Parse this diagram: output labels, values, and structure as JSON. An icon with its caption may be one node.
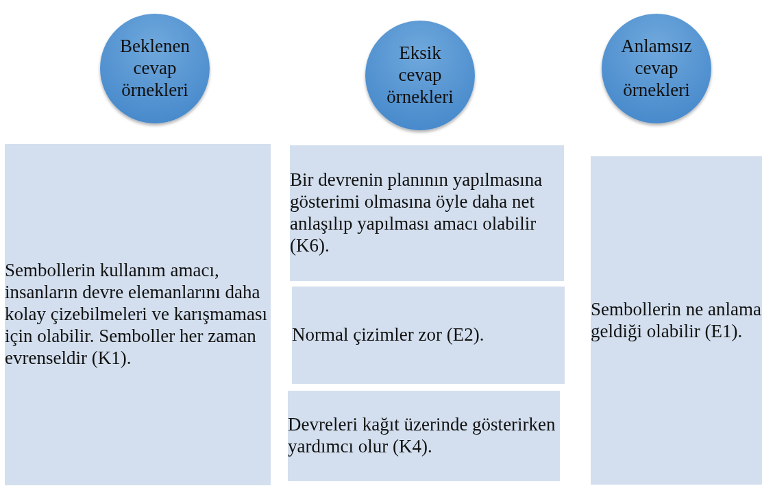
{
  "diagram": {
    "nodes": [
      {
        "text": [
          "Beklenen cevap örnekleri"
        ]
      },
      {
        "text": [
          "Eksik cevap örnekleri"
        ]
      },
      {
        "text": [
          "Anlamsız cevap örnekleri"
        ]
      },
      {
        "text": [
          "Sembollerin kullanım amacı, insanların devre elemanlarını daha kolay çizebilmeleri ve karışmaması için olabilir. Semboller her zaman evrenseldir (K1)."
        ]
      },
      {
        "text": [
          "Bir devrenin planının yapılmasına gösterimi olmasına öyle daha net anlaşılıp yapılması amacı olabilir (K6)."
        ]
      },
      {
        "text": [
          "Normal çizimler zor (E2)."
        ]
      },
      {
        "text": [
          "Devreleri kağıt üzerinde gösterirken yardımcı olur (K4)."
        ]
      },
      {
        "text": [
          "Sembollerin ne anlama geldiği olabilir (E1)."
        ]
      }
    ],
    "edges": []
  }
}
